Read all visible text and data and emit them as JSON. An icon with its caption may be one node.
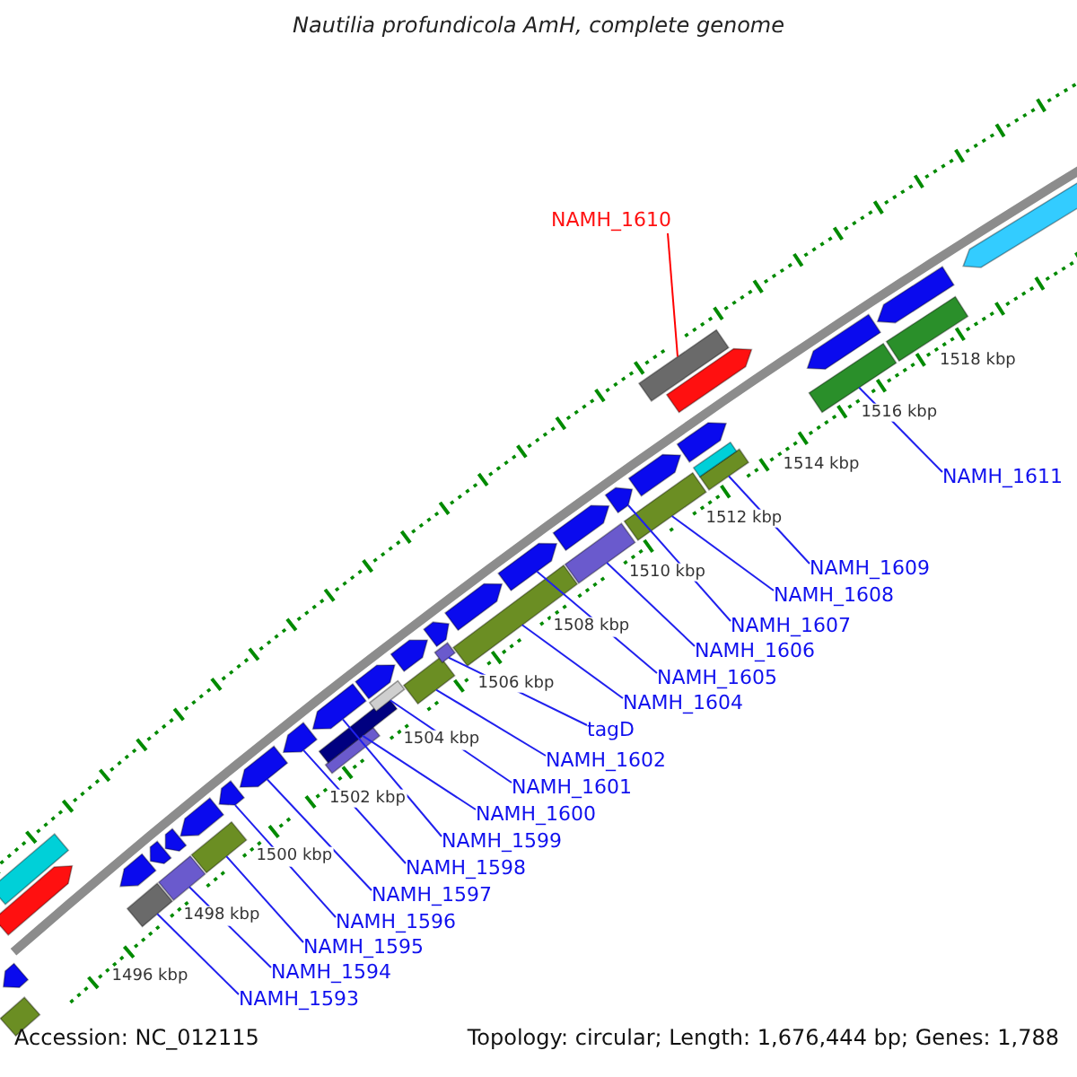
{
  "diagram": {
    "title": "Nautilia profundicola AmH, complete genome",
    "nodes": [
      {
        "text": [
          "NAMH_1610"
        ]
      },
      {
        "text": [
          "NAMH_1611"
        ]
      },
      {
        "text": [
          "NAMH_1609"
        ]
      },
      {
        "text": [
          "NAMH_1608"
        ]
      },
      {
        "text": [
          "NAMH_1607"
        ]
      },
      {
        "text": [
          "NAMH_1606"
        ]
      },
      {
        "text": [
          "NAMH_1605"
        ]
      },
      {
        "text": [
          "NAMH_1604"
        ]
      },
      {
        "text": [
          "tagD"
        ]
      },
      {
        "text": [
          "NAMH_1602"
        ]
      },
      {
        "text": [
          "NAMH_1601"
        ]
      },
      {
        "text": [
          "NAMH_1600"
        ]
      },
      {
        "text": [
          "NAMH_1599"
        ]
      },
      {
        "text": [
          "NAMH_1598"
        ]
      },
      {
        "text": [
          "NAMH_1597"
        ]
      },
      {
        "text": [
          "NAMH_1596"
        ]
      },
      {
        "text": [
          "NAMH_1595"
        ]
      },
      {
        "text": [
          "NAMH_1594"
        ]
      },
      {
        "text": [
          "NAMH_1593"
        ]
      },
      {
        "text": [],
        "shape": "bar"
      },
      {
        "text": [],
        "shape": "arrow"
      },
      {
        "text": [],
        "shape": "bar"
      },
      {
        "text": [],
        "shape": "arrow"
      },
      {
        "text": [],
        "shape": "bar"
      },
      {
        "text": [],
        "shape": "arrow"
      },
      {
        "text": [],
        "shape": "bar"
      },
      {
        "text": [],
        "shape": "arrow"
      },
      {
        "text": [],
        "shape": "arrow"
      },
      {
        "text": [],
        "shape": "bar"
      },
      {
        "text": [],
        "shape": "arrow"
      },
      {
        "text": [],
        "shape": "arrow"
      },
      {
        "text": [],
        "shape": "arrow"
      },
      {
        "text": [],
        "shape": "arrow"
      },
      {
        "text": [],
        "shape": "bar"
      },
      {
        "text": [],
        "shape": "bar"
      },
      {
        "text": [],
        "shape": "arrow"
      },
      {
        "text": [],
        "shape": "bar"
      },
      {
        "text": [],
        "shape": "arrow"
      },
      {
        "text": [],
        "shape": "bar"
      },
      {
        "text": [],
        "shape": "arrow"
      },
      {
        "text": [],
        "shape": "bar"
      },
      {
        "text": [],
        "shape": "arrow"
      },
      {
        "text": [],
        "shape": "bar"
      },
      {
        "text": [],
        "shape": "arrow"
      },
      {
        "text": [],
        "shape": "arrow"
      },
      {
        "text": [],
        "shape": "bar"
      },
      {
        "text": [],
        "shape": "arrow"
      },
      {
        "text": [],
        "shape": "arrow"
      },
      {
        "text": [],
        "shape": "bar"
      },
      {
        "text": [],
        "shape": "arrow"
      },
      {
        "text": [],
        "shape": "bar"
      },
      {
        "text": [],
        "shape": "bar"
      },
      {
        "text": [],
        "shape": "arrow"
      },
      {
        "text": [],
        "shape": "bar"
      },
      {
        "text": [],
        "shape": "arrow"
      },
      {
        "text": [],
        "shape": "bar"
      },
      {
        "text": [],
        "shape": "arrow"
      },
      {
        "text": [],
        "shape": "bar"
      },
      {
        "text": [],
        "shape": "arrow"
      },
      {
        "text": [],
        "shape": "arrow"
      }
    ],
    "edges": [
      {
        "from": 0,
        "to": 53,
        "arrow": "none",
        "color": "#ff0000"
      },
      {
        "from": 1,
        "to": 55,
        "arrow": "none"
      },
      {
        "from": 2,
        "to": 50,
        "arrow": "none"
      },
      {
        "from": 3,
        "to": 48,
        "arrow": "none"
      },
      {
        "from": 4,
        "to": 47,
        "arrow": "none"
      },
      {
        "from": 5,
        "to": 45,
        "arrow": "none"
      },
      {
        "from": 6,
        "to": 44,
        "arrow": "none"
      },
      {
        "from": 7,
        "to": 42,
        "arrow": "none"
      },
      {
        "from": 8,
        "to": 40,
        "arrow": "none"
      },
      {
        "from": 9,
        "to": 38,
        "arrow": "none"
      },
      {
        "from": 10,
        "to": 36,
        "arrow": "none"
      },
      {
        "from": 11,
        "to": 34,
        "arrow": "none"
      },
      {
        "from": 12,
        "to": 35,
        "arrow": "none"
      },
      {
        "from": 13,
        "to": 32,
        "arrow": "none"
      },
      {
        "from": 14,
        "to": 31,
        "arrow": "none"
      },
      {
        "from": 15,
        "to": 30,
        "arrow": "none"
      },
      {
        "from": 16,
        "to": 28,
        "arrow": "none"
      },
      {
        "from": 17,
        "to": 25,
        "arrow": "none"
      },
      {
        "from": 18,
        "to": 23,
        "arrow": "none"
      }
    ],
    "labels": [
      "1496 kbp",
      "1498 kbp",
      "1500 kbp",
      "1502 kbp",
      "1504 kbp",
      "1506 kbp",
      "1508 kbp",
      "1510 kbp",
      "1512 kbp",
      "1514 kbp",
      "1516 kbp",
      "1518 kbp",
      "Accession: NC_012115",
      "Topology: circular; Length: 1,676,444 bp; Genes: 1,788"
    ]
  }
}
